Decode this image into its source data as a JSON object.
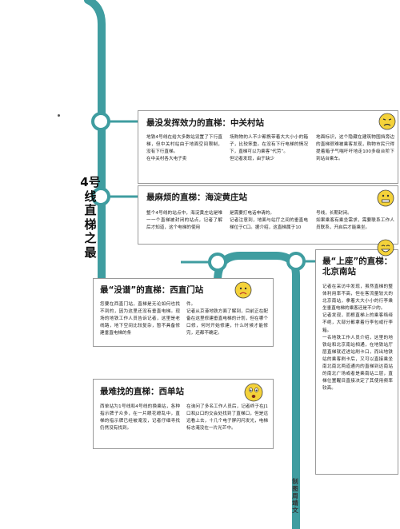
{
  "vertical_title": "4号线直梯之最",
  "credit": "制图周靖文",
  "colors": {
    "line": "#3f9da0",
    "station_fill": "#ffffff",
    "border": "#9a9a9a",
    "emoji": "#f4d23a"
  },
  "cards": [
    {
      "title": "最没发挥效力的直梯：中关村站",
      "icon": "disappointed-face-icon",
      "columns": [
        "地铁4号线在给大多数站设置了下行直梯，但中关村站由于地面空间限制，没有下行直梯。\n在中关村各大电子卖",
        "场购物的人不少都携带着大大小小的箱子，比较笨重。在没有下行电梯的情况下，直梯可以为乘客“代劳”。\n但记者发现，由于缺少",
        "地面标识，这个隐藏在建筑物围挡旁边的直梯很难被乘客发现，购物市民只得提着箱子气喘吁吁地走100多级台阶下到站台乘车。"
      ]
    },
    {
      "title": "最麻烦的直梯：海淀黄庄站",
      "icon": "grimace-face-icon",
      "columns": [
        "整个4号线的站点中，海淀黄庄站是唯一一个直梯被封闭的站点，记者了解后才知道，这个电梯的使用",
        "是需要打电话申请的。\n记者注意到，地面与站厅之间的垂直电梯位于C口。据介绍，这直梯属于10",
        "号线，长期封闭。\n如果乘客有乘坐需求，需要联系工作人员联系，开启后才能乘坐。"
      ]
    },
    {
      "title": "最“没谱”的直梯：西直门站",
      "icon": "frowning-face-icon",
      "columns": [
        "您要在西直门站，直梯是无论如何也找不到的，因为这里还没有垂直电梯。现场的地铁工作人员告诉记者，这里是老线路，地下空间比较复杂，暂不具备修建垂直电梯的条",
        "件。\n记者从京港地铁方面了解到，目前正在配备在这里修建垂直电梯的计划，但在哪个口修，何时开始修建，什么时候才能修完，还都不确定。"
      ]
    },
    {
      "title": "最难找的直梯：西单站",
      "icon": "surprised-face-icon",
      "columns": [
        "西单站为1号线和4号线的换乘站，各种指示牌子众多，在一片眼花缭乱中，直梯的指示牌已经被淹没，记者仔细寻找仍然没有找到。",
        "在询问了多名工作人员后，记者终于在J1口和J2口的交会处找到了直梯口，但是远远看上去，十几个电子屏闪闪发光，电梯标志淹没在一片光芒中。"
      ]
    },
    {
      "title": "最“上座”的直梯：\n北京南站",
      "icon": "grinning-face-icon",
      "columns": [
        "记者在采访中发现，虽然直梯的整体利用率不高，但在客流量较大的北京南站，拿着大大小小的行李乘坐垂直电梯的乘客还是不少的。\n记者发现，而根直梯上的乘客络绎不绝，大部分都拿着行李包或行李箱。\n一名地铁工作人员介绍，这里的地铁站和北京南站相通，在地铁站厅层直梯就近进站刷卡口，而出地铁站的乘客刷卡后，又可以直接乘坐南北南北两道通内的直梯到达南站的南北广场或者是乘南站二层，直梯位置醒目直接决定了其使用频率较高。"
      ]
    }
  ]
}
